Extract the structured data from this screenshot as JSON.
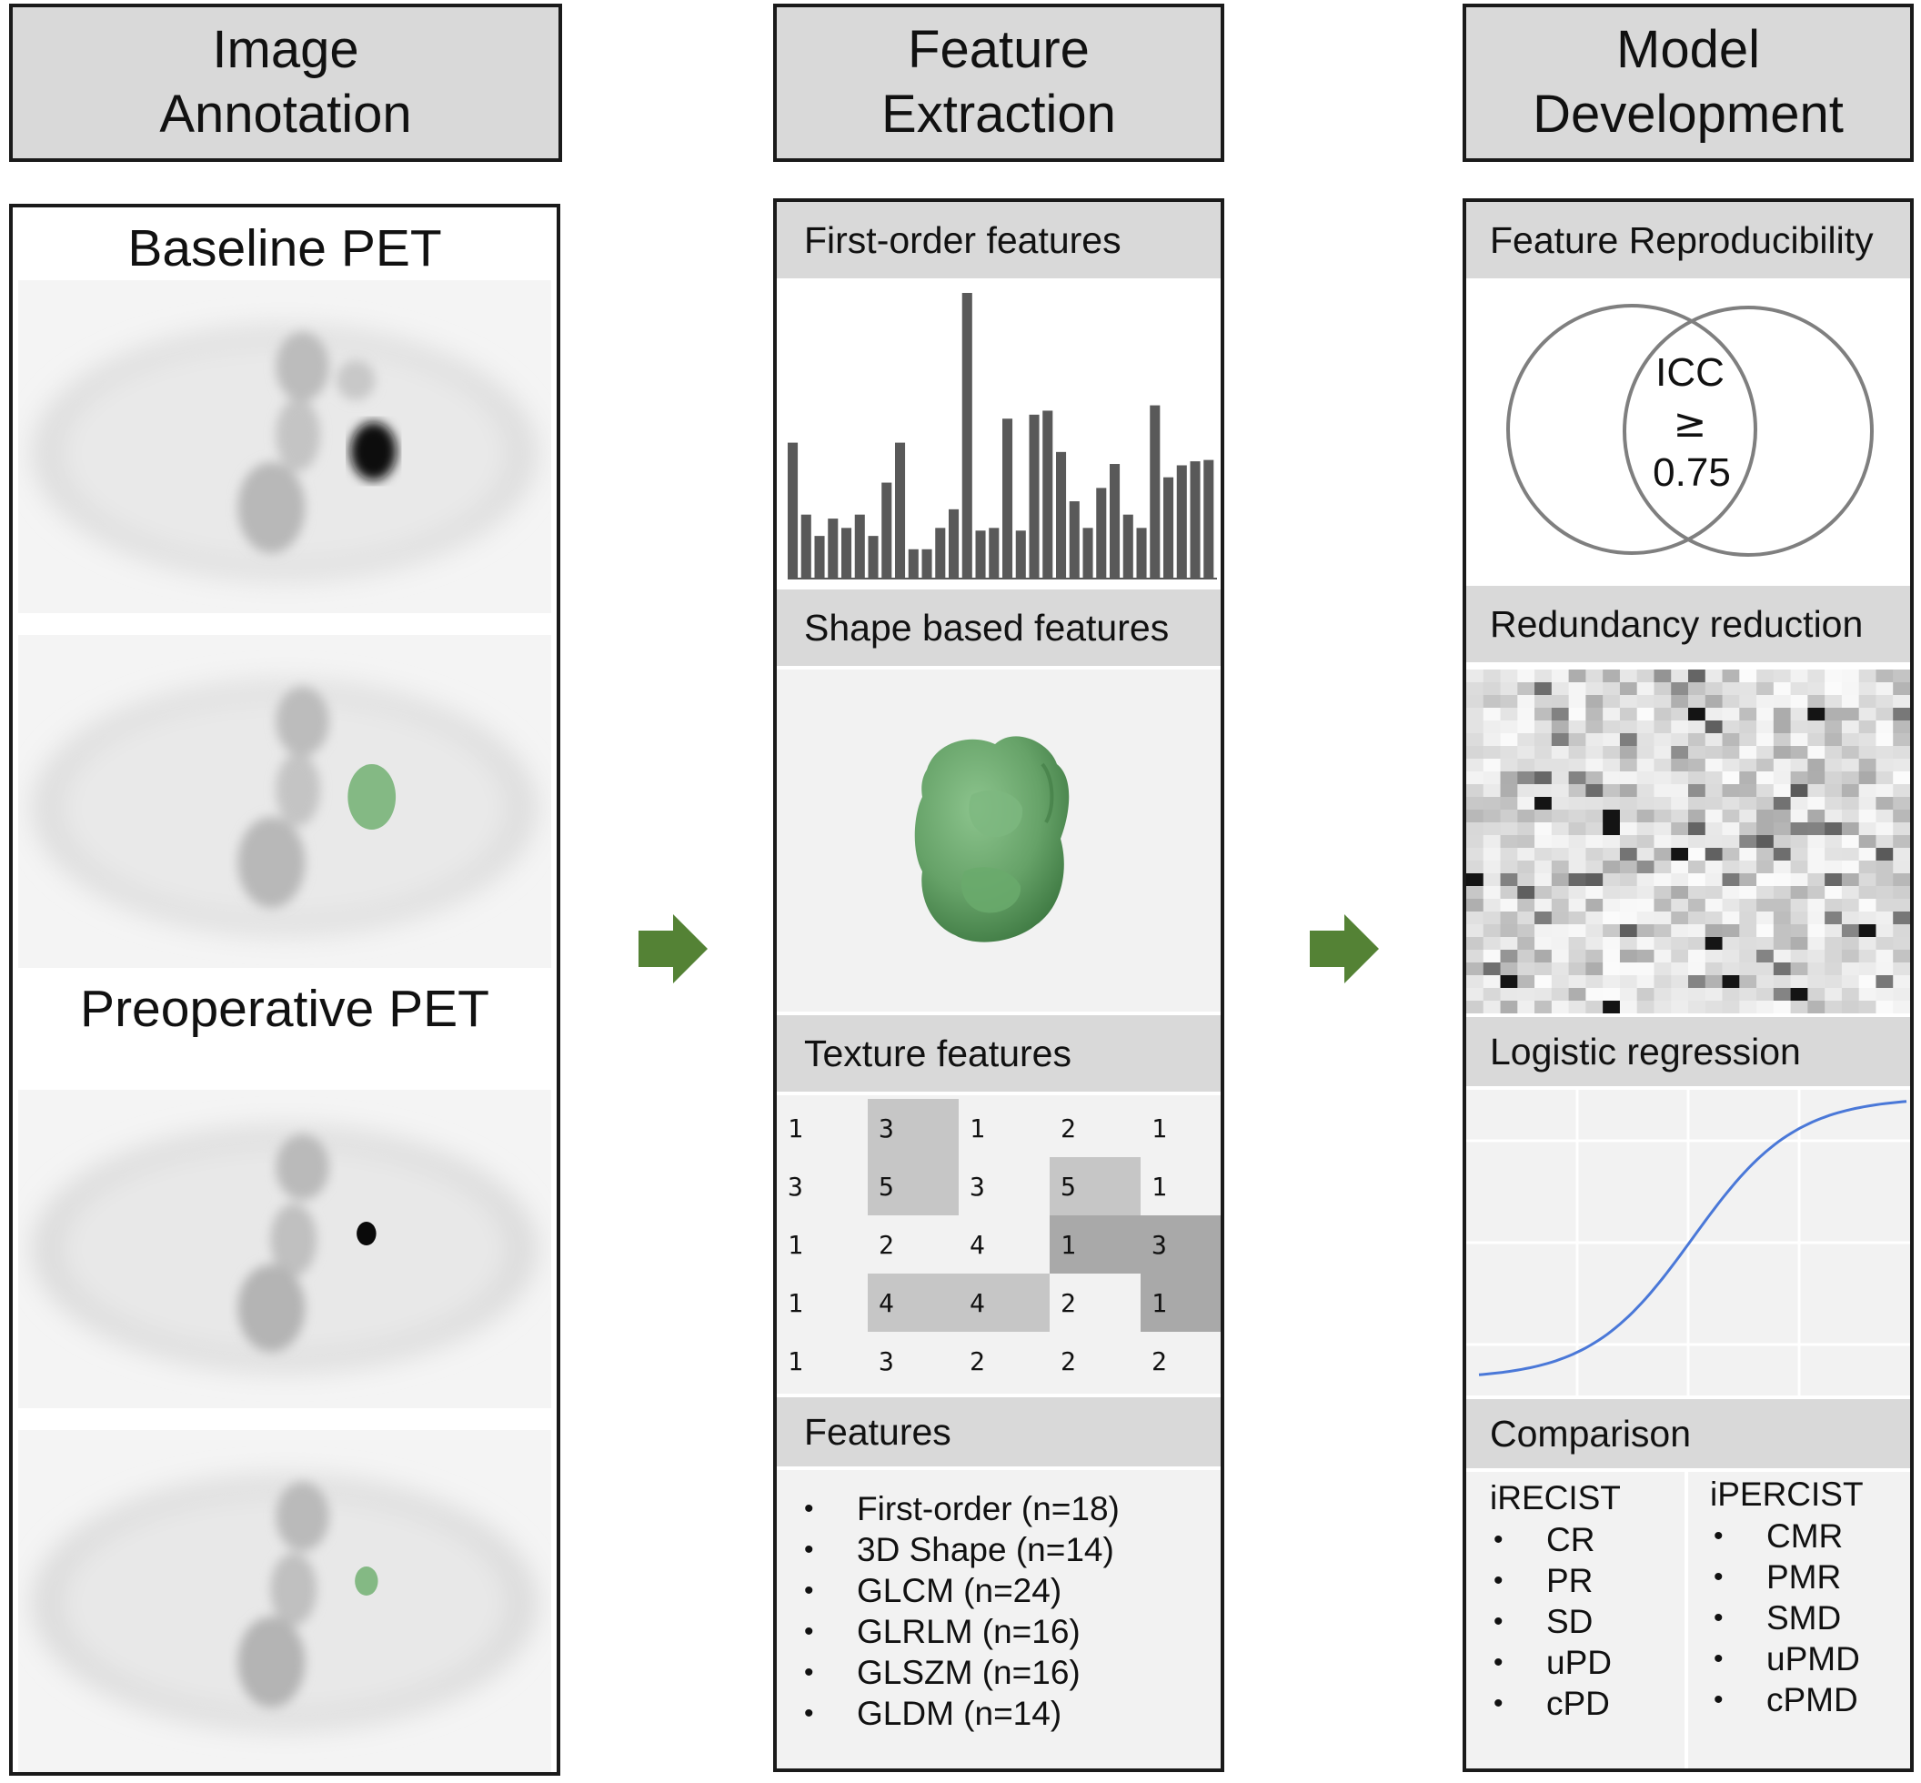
{
  "columns": {
    "annotation": {
      "header": "Image\nAnnotation"
    },
    "extraction": {
      "header": "Feature\nExtraction"
    },
    "model": {
      "header": "Model\nDevelopment"
    }
  },
  "annotation": {
    "baseline_title": "Baseline PET",
    "preoperative_title": "Preoperative PET",
    "segmentation_color": "#84b984"
  },
  "extraction": {
    "first_order_title": "First-order features",
    "shape_title": "Shape based features",
    "texture_title": "Texture features",
    "features_title": "Features",
    "histogram": [
      102,
      48,
      32,
      45,
      38,
      48,
      32,
      72,
      102,
      22,
      22,
      38,
      52,
      228,
      36,
      38,
      120,
      36,
      123,
      126,
      95,
      58,
      38,
      68,
      86,
      48,
      38,
      130,
      76,
      85,
      88,
      89
    ],
    "texture_grid": [
      [
        "1",
        "3",
        "1",
        "2",
        "1"
      ],
      [
        "3",
        "5",
        "3",
        "5",
        "1"
      ],
      [
        "1",
        "2",
        "4",
        "1",
        "3"
      ],
      [
        "1",
        "4",
        "4",
        "2",
        "1"
      ],
      [
        "1",
        "3",
        "2",
        "2",
        "2"
      ]
    ],
    "texture_shading": [
      [
        0,
        1,
        0,
        0,
        0
      ],
      [
        0,
        1,
        0,
        1,
        0
      ],
      [
        0,
        0,
        0,
        2,
        2
      ],
      [
        0,
        1,
        1,
        0,
        2
      ],
      [
        0,
        0,
        0,
        0,
        0
      ]
    ],
    "feature_list": [
      "First-order (n=18)",
      "3D Shape (n=14)",
      "GLCM (n=24)",
      "GLRLM (n=16)",
      "GLSZM (n=16)",
      "GLDM (n=14)"
    ],
    "shape_color": "#6aa56c"
  },
  "model": {
    "reproducibility_title": "Feature Reproducibility",
    "icc_lines": [
      "ICC",
      "≥",
      "0.75"
    ],
    "redundancy_title": "Redundancy reduction",
    "logistic_title": "Logistic regression",
    "comparison_title": "Comparison",
    "irecist": {
      "title": "iRECIST",
      "items": [
        "CR",
        "PR",
        "SD",
        "uPD",
        "cPD"
      ]
    },
    "ipercist": {
      "title": "iPERCIST",
      "items": [
        "CMR",
        "PMR",
        "SMD",
        "uPMD",
        "cPMD"
      ]
    },
    "curve_color": "#4a78d8"
  },
  "colors": {
    "arrow": "#548235",
    "bar": "#595959",
    "header_fill": "#d9d9d9"
  }
}
